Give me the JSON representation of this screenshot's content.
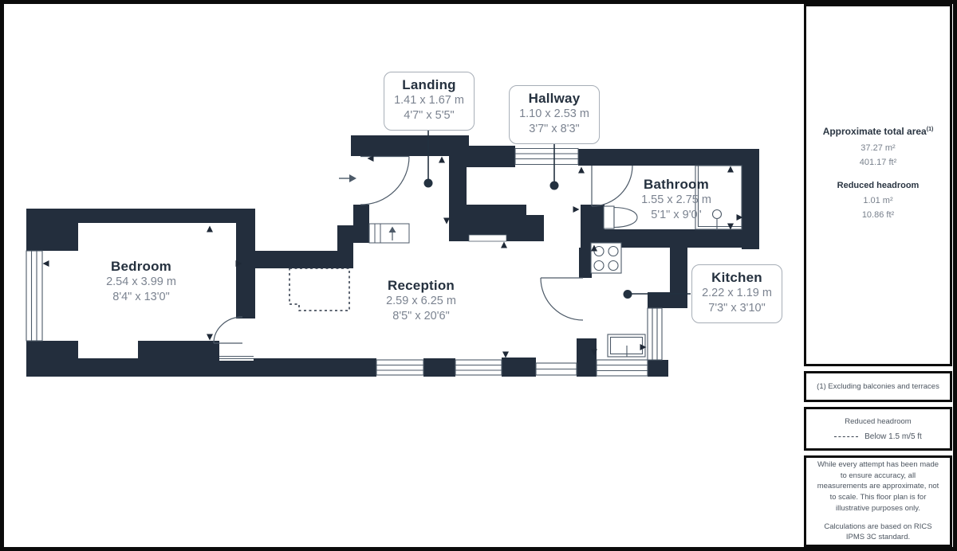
{
  "plan": {
    "rooms": [
      {
        "name": "Bedroom",
        "dims_m": "2.54 x 3.99 m",
        "dims_ft": "8'4\" x 13'0\""
      },
      {
        "name": "Reception",
        "dims_m": "2.59 x 6.25 m",
        "dims_ft": "8'5\" x 20'6\""
      },
      {
        "name": "Bathroom",
        "dims_m": "1.55 x 2.75 m",
        "dims_ft": "5'1\" x 9'0\""
      },
      {
        "name": "Landing",
        "dims_m": "1.41 x 1.67 m",
        "dims_ft": "4'7\" x 5'5\""
      },
      {
        "name": "Hallway",
        "dims_m": "1.10 x 2.53 m",
        "dims_ft": "3'7\" x 8'3\""
      },
      {
        "name": "Kitchen",
        "dims_m": "2.22 x 1.19 m",
        "dims_ft": "7'3\" x 3'10\""
      }
    ],
    "colors": {
      "wall": "#232e3d",
      "label_text": "#25313f",
      "dim_text": "#7b8390"
    }
  },
  "sidebar": {
    "total_area": {
      "title": "Approximate total area",
      "sup": "(1)",
      "m2": "37.27 m²",
      "ft2": "401.17 ft²"
    },
    "reduced_headroom": {
      "title": "Reduced headroom",
      "m2": "1.01 m²",
      "ft2": "10.86 ft²"
    },
    "footnote": "(1) Excluding balconies and terraces",
    "legend": {
      "title": "Reduced headroom",
      "label": "Below 1.5 m/5 ft"
    },
    "disclaimer": {
      "line1": "While every attempt has been made to ensure accuracy, all measurements are approximate, not to scale. This floor plan is for illustrative purposes only.",
      "line2": "Calculations are based on RICS IPMS 3C standard."
    }
  }
}
